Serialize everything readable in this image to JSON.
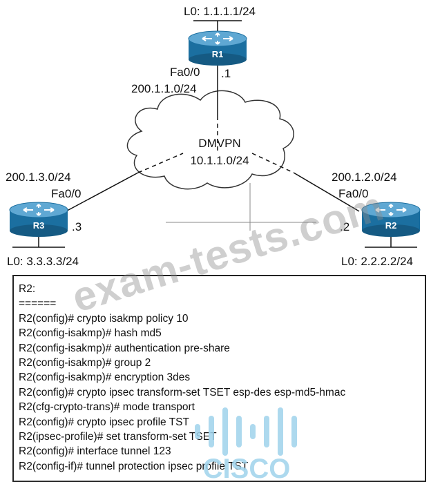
{
  "routers": {
    "r1": {
      "name": "R1",
      "loopback": "L0: 1.1.1.1/24",
      "interface": "Fa0/0",
      "host": ".1",
      "subnet": "200.1.1.0/24"
    },
    "r2": {
      "name": "R2",
      "loopback": "L0: 2.2.2.2/24",
      "interface": "Fa0/0",
      "host": ".2",
      "subnet": "200.1.2.0/24"
    },
    "r3": {
      "name": "R3",
      "loopback": "L0: 3.3.3.3/24",
      "interface": "Fa0/0",
      "host": ".3",
      "subnet": "200.1.3.0/24"
    }
  },
  "cloud": {
    "name": "DMVPN",
    "network": "10.1.1.0/24"
  },
  "config": {
    "lines": [
      "R2:",
      "======",
      "R2(config)# crypto isakmp policy 10",
      "R2(config-isakmp)# hash md5",
      "R2(config-isakmp)# authentication pre-share",
      "R2(config-isakmp)# group 2",
      "R2(config-isakmp)# encryption 3des",
      "R2(config)# crypto ipsec transform-set TSET esp-des esp-md5-hmac",
      "R2(cfg-crypto-trans)# mode transport",
      "R2(config)# crypto ipsec profile TST",
      "R2(ipsec-profile)# set transform-set TSET",
      "R2(config)# interface tunnel 123",
      "R2(config-if)# tunnel protection ipsec profile TST"
    ]
  },
  "watermark": "exam-tests.com",
  "logo": {
    "text": "CISCO",
    "color": "#9fd3ec"
  },
  "colors": {
    "router": "#1b6fa0",
    "router_top": "#5fa8d3"
  }
}
